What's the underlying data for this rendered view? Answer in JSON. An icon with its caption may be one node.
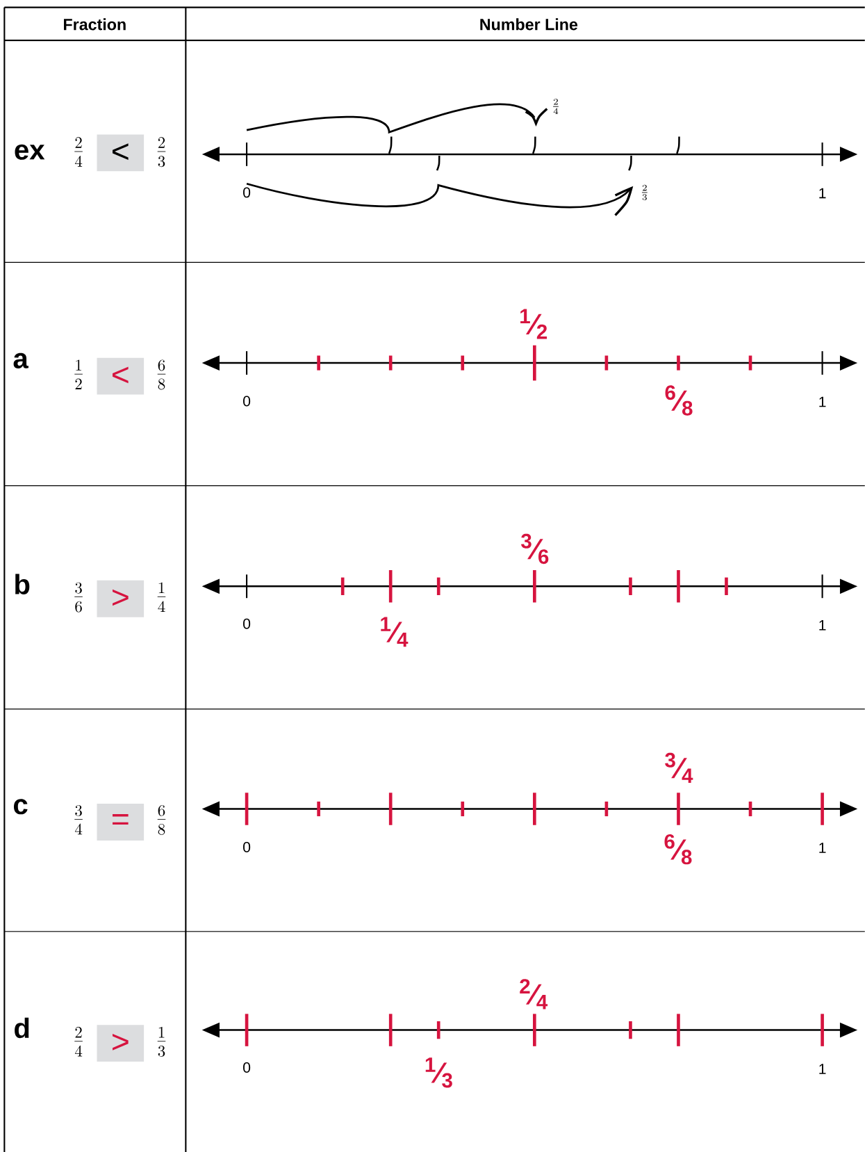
{
  "diagram": {
    "nodes": [
      {
        "text": [
          "<"
        ]
      },
      {
        "text": [
          "<"
        ]
      },
      {
        "text": [
          ">"
        ]
      },
      {
        "text": [
          "="
        ]
      },
      {
        "text": [
          ">"
        ]
      }
    ],
    "labels": [
      "Fraction",
      "Number Line",
      "ex",
      "\\frac{2}{4}",
      "\\frac{2}{3}",
      "\\frac{2}{4}",
      "0",
      "\\frac{2}{3}",
      "1",
      "a",
      "\\frac{1}{2}",
      "\\frac{6}{8}",
      "$^{1}$⁄$_{2}$",
      "0",
      "1",
      "$^{6}$⁄$_{8}$",
      "b",
      "\\frac{3}{6}",
      "\\frac{1}{4}",
      "$^{3}$⁄$_{6}$",
      "0",
      "$^{1}$⁄$_{4}$",
      "1",
      "c",
      "\\frac{3}{4}",
      "\\frac{6}{8}",
      "$^{3}$⁄$_{4}$",
      "0",
      "$^{6}$⁄$_{8}$",
      "1",
      "d",
      "\\frac{2}{4}",
      "\\frac{1}{3}",
      "$^{2}$⁄$_{4}$",
      "0",
      "$^{1}$⁄$_{3}$",
      "1"
    ]
  }
}
